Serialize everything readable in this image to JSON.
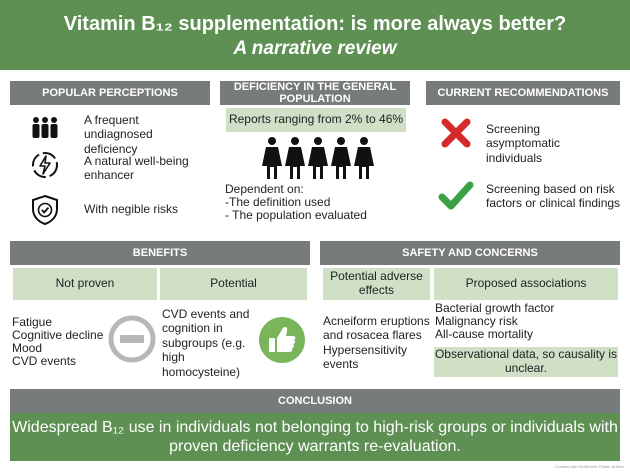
{
  "header": {
    "title": "Vitamin B₁₂ supplementation: is more always better?",
    "subtitle": "A narrative review"
  },
  "popular": {
    "heading": "POPULAR PERCEPTIONS",
    "items": [
      {
        "text": "A frequent undiagnosed deficiency",
        "icon": "people-group-icon"
      },
      {
        "text": "A natural well-being enhancer",
        "icon": "energy-bolt-icon"
      },
      {
        "text": "With negible risks",
        "icon": "shield-check-icon"
      }
    ]
  },
  "deficiency": {
    "heading": "DEFICIENCY IN THE GENERAL POPULATION",
    "range": "Reports ranging from 2% to 46%",
    "dependent_label": "Dependent on:",
    "dependent_1": "-The definition used",
    "dependent_2": "- The population evaluated"
  },
  "recommendations": {
    "heading": "CURRENT RECOMMENDATIONS",
    "items": [
      {
        "text": "Screening asymptomatic individuals",
        "icon": "red-x-icon"
      },
      {
        "text": "Screening based on risk factors or clinical findings",
        "icon": "green-check-icon"
      }
    ]
  },
  "benefits": {
    "heading": "BENEFITS",
    "not_proven_label": "Not proven",
    "potential_label": "Potential",
    "not_proven_items": [
      "Fatigue",
      "Cognitive decline",
      "Mood",
      "CVD events"
    ],
    "potential_text": "CVD events and cognition in subgroups (e.g. high homocysteine)"
  },
  "safety": {
    "heading": "SAFETY AND CONCERNS",
    "adverse_label": "Potential adverse effects",
    "associations_label": "Proposed associations",
    "adverse_text": "Acneiform eruptions and rosacea flares Hypersensitivity events",
    "associations_items": [
      "Bacterial growth factor",
      "Malignancy risk",
      "All-cause mortality"
    ],
    "observational_note": "Observational data, so causality is unclear."
  },
  "conclusion": {
    "heading": "CONCLUSION",
    "text": "Widespread B₁₂ use in individuals not belonging to high-risk groups or individuals with proven deficiency warrants re-evaluation."
  },
  "footer": {
    "credit": "Created with BioRender Poster Builder"
  },
  "colors": {
    "header_green": "#5e8f53",
    "section_gray": "#777b7c",
    "light_green": "#cfe0c7",
    "cross_red": "#d42a2a",
    "check_green": "#3aa244",
    "thumb_green": "#7ab55c"
  }
}
